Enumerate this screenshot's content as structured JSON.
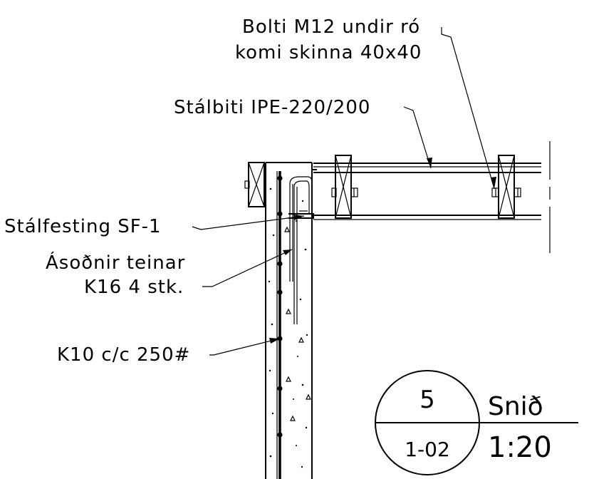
{
  "labels": {
    "bolt_line1": "Bolti M12 undir ró",
    "bolt_line2": "komi skinna 40x40",
    "beam": "Stálbiti IPE-220/200",
    "fixing": "Stálfesting SF-1",
    "bars_line1": "Ásoðnir teinar",
    "bars_line2": "K16 4 stk.",
    "rebar": "K10 c/c 250#"
  },
  "title_block": {
    "section_number": "5",
    "sheet_ref": "1-02",
    "title": "Snið",
    "scale": "1:20"
  }
}
